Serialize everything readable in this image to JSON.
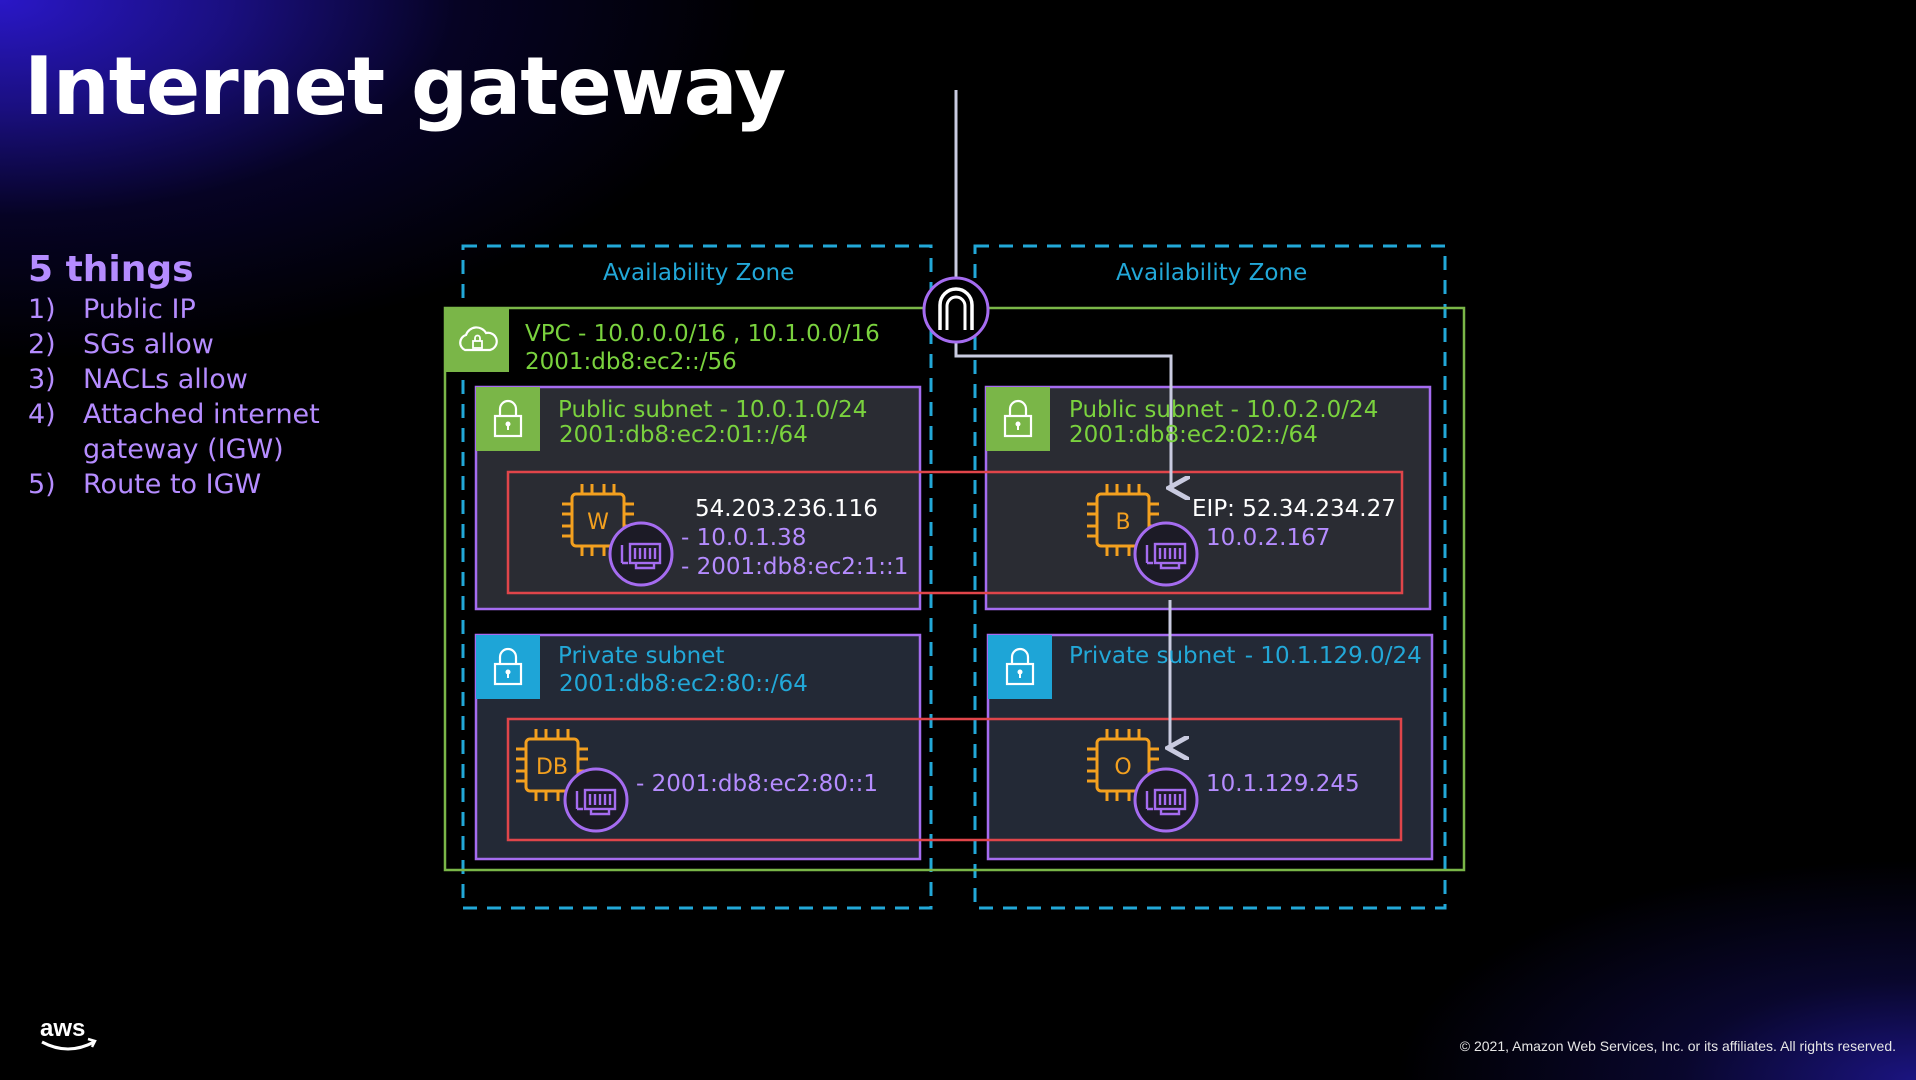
{
  "title": "Internet gateway",
  "things": {
    "heading": "5 things",
    "items": [
      {
        "num": "1)",
        "text": "Public IP"
      },
      {
        "num": "2)",
        "text": "SGs allow"
      },
      {
        "num": "3)",
        "text": "NACLs allow"
      },
      {
        "num": "4)",
        "text": "Attached internet gateway (IGW)"
      },
      {
        "num": "5)",
        "text": "Route to IGW"
      }
    ]
  },
  "diagram": {
    "az_left": "Availability Zone",
    "az_right": "Availability Zone",
    "vpc": {
      "label": "VPC",
      "cidr": " - 10.0.0.0/16 , 10.1.0.0/16",
      "ipv6": "2001:db8:ec2::/56"
    },
    "public_subnet_left": {
      "line1": "Public subnet - 10.0.1.0/24",
      "line2": "2001:db8:ec2:01::/64",
      "instance": {
        "letter": "W",
        "public_ip": "54.203.236.116",
        "private_ip": "- 10.0.1.38",
        "ipv6": "- 2001:db8:ec2:1::1"
      }
    },
    "public_subnet_right": {
      "line1": "Public subnet - 10.0.2.0/24",
      "line2": "2001:db8:ec2:02::/64",
      "instance": {
        "letter": "B",
        "public_ip": "EIP: 52.34.234.27",
        "private_ip": "10.0.2.167"
      }
    },
    "private_subnet_left": {
      "line1": "Private subnet",
      "line2": "2001:db8:ec2:80::/64",
      "instance": {
        "letter": "DB",
        "ipv6": "- 2001:db8:ec2:80::1"
      }
    },
    "private_subnet_right": {
      "line1": "Private subnet",
      "cidr": "- 10.1.129.0/24",
      "instance": {
        "letter": "O",
        "private_ip": "10.1.129.245"
      }
    }
  },
  "footer": {
    "logo_text": "aws",
    "copyright": "© 2021, Amazon Web Services, Inc. or its affiliates. All rights reserved."
  },
  "colors": {
    "background": "#000000",
    "vpc": "#7ab648",
    "availability_zone": "#22a8d8",
    "subnet_border": "#a56cf0",
    "security_group": "#e0454a",
    "instance": "#f3a01f",
    "eni": "#a56cf0",
    "text_purple": "#b58cff"
  },
  "icons": {
    "vpc": "cloud-icon",
    "subnet": "lock-icon",
    "instance": "chip-icon",
    "eni": "network-interface-icon",
    "gateway": "internet-gateway-icon"
  }
}
